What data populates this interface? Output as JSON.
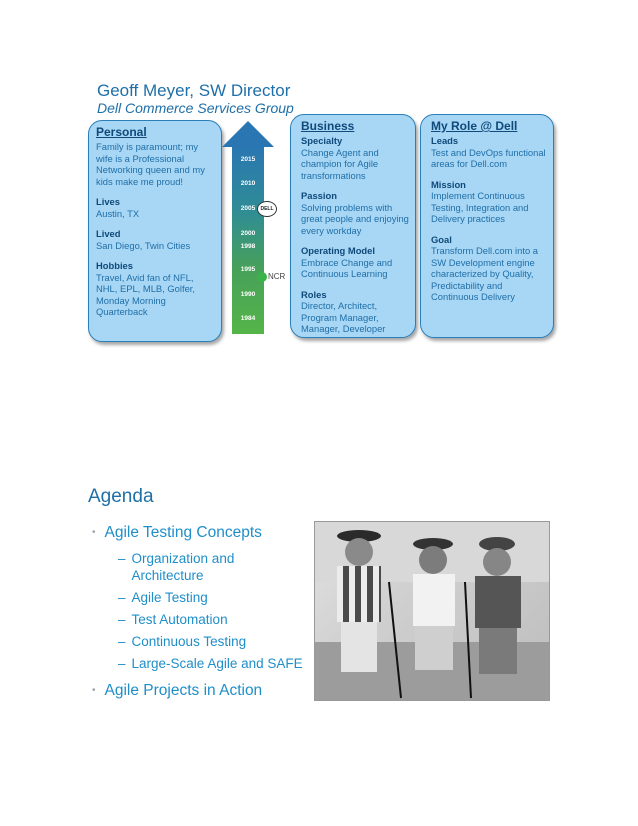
{
  "slide1": {
    "title": "Geoff Meyer, SW Director",
    "subtitle": "Dell Commerce Services Group",
    "personal": {
      "heading": "Personal",
      "intro": "Family is paramount; my wife is a Professional Networking queen and my kids make me proud!",
      "lives_label": "Lives",
      "lives_value": "Austin, TX",
      "lived_label": "Lived",
      "lived_value": "San Diego, Twin Cities",
      "hobbies_label": "Hobbies",
      "hobbies_value": "Travel, Avid fan of NFL, NHL, EPL, MLB, Golfer, Monday Morning Quarterback"
    },
    "timeline": {
      "years": [
        "2015",
        "2010",
        "2005",
        "2000",
        "1998",
        "1995",
        "1990",
        "1984"
      ],
      "logo_dell": "DELL",
      "logo_ncr": "NCR"
    },
    "business": {
      "heading": "Business",
      "specialty_label": "Specialty",
      "specialty_value": "Change Agent and champion for Agile transformations",
      "passion_label": "Passion",
      "passion_value": "Solving problems with great people and enjoying every workday",
      "model_label": "Operating  Model",
      "model_value": "Embrace Change and Continuous Learning",
      "roles_label": "Roles",
      "roles_value": "Director, Architect, Program Manager, Manager, Developer"
    },
    "role": {
      "heading": "My Role @ Dell",
      "leads_label": "Leads",
      "leads_value": "Test and DevOps functional areas for Dell.com",
      "mission_label": "Mission",
      "mission_value": "Implement Continuous Testing, Integration and Delivery practices",
      "goal_label": "Goal",
      "goal_value": "Transform Dell.com into a SW Development engine characterized by Quality, Predictability and Continuous Delivery"
    }
  },
  "slide2": {
    "title": "Agenda",
    "bullets": [
      {
        "text": "Agile Testing Concepts",
        "subs": [
          "Organization and Architecture",
          "Agile Testing",
          "Test Automation",
          "Continuous Testing",
          "Large-Scale Agile and SAFE"
        ]
      },
      {
        "text": "Agile Projects in Action",
        "subs": []
      }
    ]
  },
  "colors": {
    "title_blue": "#1f6fa8",
    "card_fill": "#a8d6f5",
    "card_border": "#2a7fb9",
    "bullet_blue": "#1f8ec9",
    "timeline_top": "#2a76b2",
    "timeline_bottom": "#55b548"
  }
}
